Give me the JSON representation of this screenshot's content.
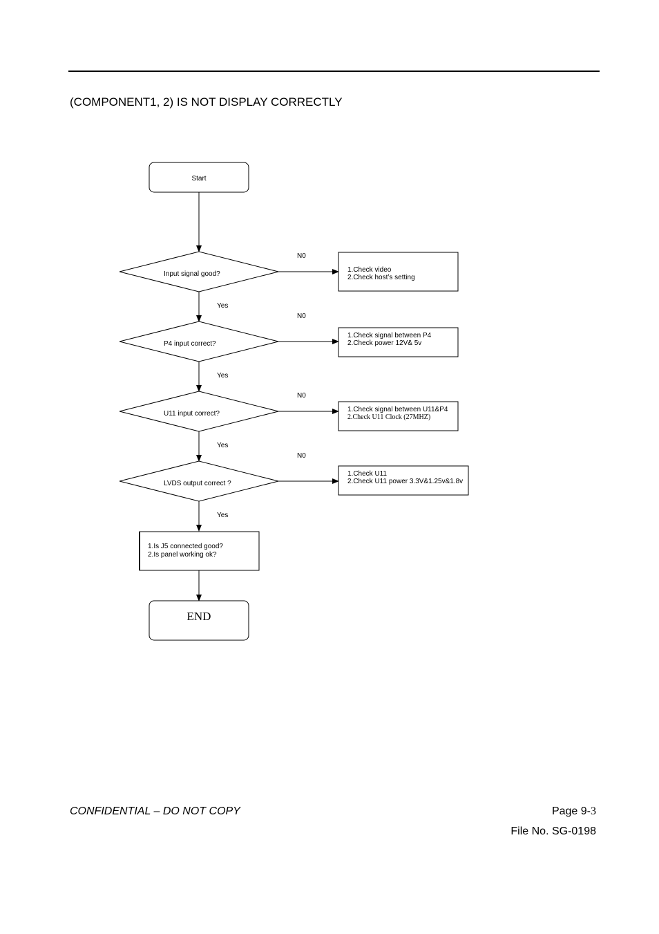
{
  "document": {
    "title": "(COMPONENT1, 2) IS NOT DISPLAY CORRECTLY",
    "footer": {
      "confidential": "CONFIDENTIAL – DO NOT COPY",
      "page_label": "Page  9-",
      "page_number": "3",
      "file_no": "File  No.  SG-0198"
    }
  },
  "flowchart": {
    "start": "Start",
    "decisions": [
      {
        "text": "Input signal good?",
        "no_label": "N0",
        "yes_label": "Yes",
        "action_lines": [
          "1.Check video",
          "2.Check host’s setting"
        ]
      },
      {
        "text": "P4 input correct?",
        "no_label": "N0",
        "yes_label": "Yes",
        "action_lines": [
          "1.Check signal between P4",
          "2.Check power 12V& 5v"
        ]
      },
      {
        "text": "U11 input correct?",
        "no_label": "N0",
        "yes_label": "Yes",
        "action_lines": [
          "1.Check signal between U11&P4",
          "2.Check U11 Clock (27MHZ)"
        ]
      },
      {
        "text": "LVDS output correct ?",
        "no_label": "N0",
        "yes_label": "Yes",
        "action_lines": [
          "1.Check U11",
          "2.Check U11 power 3.3V&1.25v&1.8v"
        ]
      }
    ],
    "final_check_lines": [
      "1.Is J5 connected good?",
      "2.Is panel working ok?"
    ],
    "end": "END"
  }
}
